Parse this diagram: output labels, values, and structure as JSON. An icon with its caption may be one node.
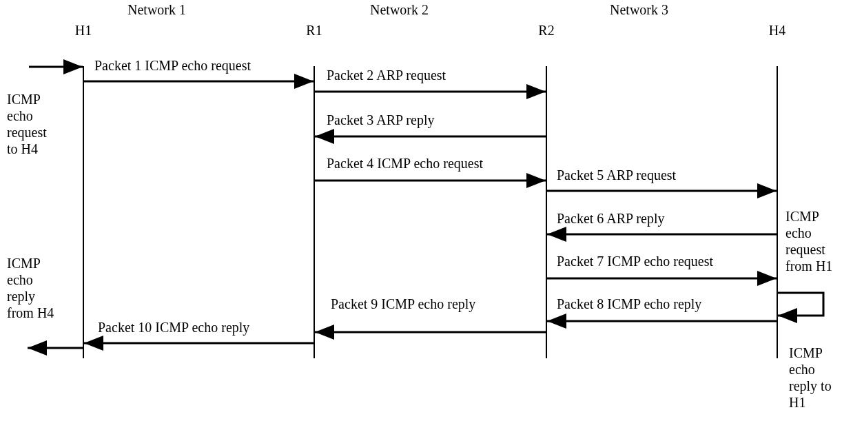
{
  "diagram": {
    "nodes": [
      {
        "text": [
          "H1"
        ]
      },
      {
        "text": [
          "R1"
        ]
      },
      {
        "text": [
          "R2"
        ]
      },
      {
        "text": [
          "H4"
        ]
      }
    ],
    "edges": [
      {
        "from": null,
        "to": 0,
        "arrow": "to"
      },
      {
        "from": 0,
        "to": 1,
        "arrow": "to",
        "label": "Packet 1 ICMP echo request"
      },
      {
        "from": 1,
        "to": 2,
        "arrow": "to",
        "label": "Packet 2 ARP request"
      },
      {
        "from": 2,
        "to": 1,
        "arrow": "to",
        "label": "Packet 3 ARP reply"
      },
      {
        "from": 1,
        "to": 2,
        "arrow": "to",
        "label": "Packet 4 ICMP echo request"
      },
      {
        "from": 2,
        "to": 3,
        "arrow": "to",
        "label": "Packet 5 ARP request"
      },
      {
        "from": 3,
        "to": 2,
        "arrow": "to",
        "label": "Packet 6 ARP reply"
      },
      {
        "from": 2,
        "to": 3,
        "arrow": "to",
        "label": "Packet 7 ICMP echo request"
      },
      {
        "from": 3,
        "to": 3,
        "arrow": "to"
      },
      {
        "from": 3,
        "to": 2,
        "arrow": "to",
        "label": "Packet 8 ICMP echo reply"
      },
      {
        "from": 2,
        "to": 1,
        "arrow": "to",
        "label": "Packet 9 ICMP echo reply"
      },
      {
        "from": 1,
        "to": 0,
        "arrow": "to",
        "label": "Packet 10 ICMP echo reply"
      },
      {
        "from": 0,
        "to": null,
        "arrow": "to"
      }
    ],
    "labels": [
      "Network 1",
      "Network 2",
      "Network 3",
      "ICMP echo request to H4",
      "ICMP echo request from H1",
      "ICMP echo reply from H4",
      "ICMP echo reply to H1"
    ]
  }
}
